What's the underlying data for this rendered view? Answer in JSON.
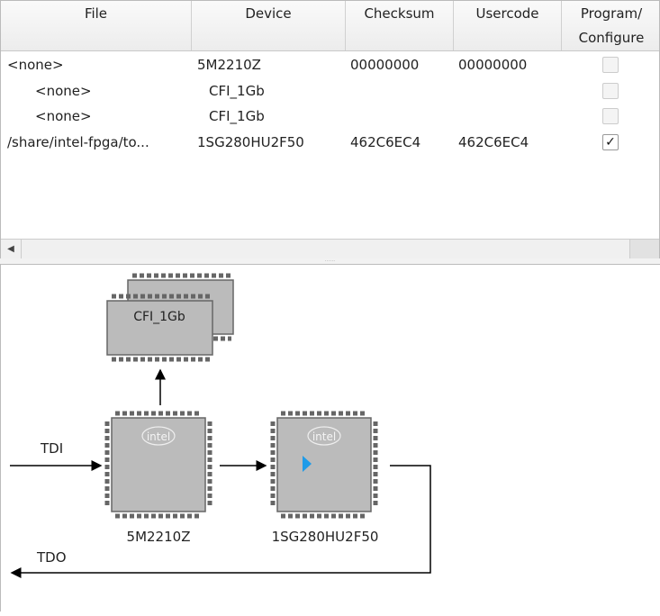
{
  "table": {
    "columns": [
      "File",
      "Device",
      "Checksum",
      "Usercode",
      "Program/",
      "Configure"
    ],
    "rows": [
      {
        "file": "<none>",
        "device": "5M2210Z",
        "checksum": "00000000",
        "usercode": "00000000",
        "checked": false,
        "indent": false
      },
      {
        "file": "<none>",
        "device": "CFI_1Gb",
        "checksum": "",
        "usercode": "",
        "checked": false,
        "indent": true
      },
      {
        "file": "<none>",
        "device": "CFI_1Gb",
        "checksum": "",
        "usercode": "",
        "checked": false,
        "indent": true
      },
      {
        "file": "/share/intel-fpga/to...",
        "device": "1SG280HU2F50",
        "checksum": "462C6EC4",
        "usercode": "462C6EC4",
        "checked": true,
        "indent": false
      }
    ],
    "check_mark": "✓"
  },
  "diagram": {
    "flash_label": "CFI_1Gb",
    "chip1_label": "5M2210Z",
    "chip2_label": "1SG280HU2F50",
    "logo": "intel",
    "tdi": "TDI",
    "tdo": "TDO",
    "accent": "#1e9be8"
  }
}
